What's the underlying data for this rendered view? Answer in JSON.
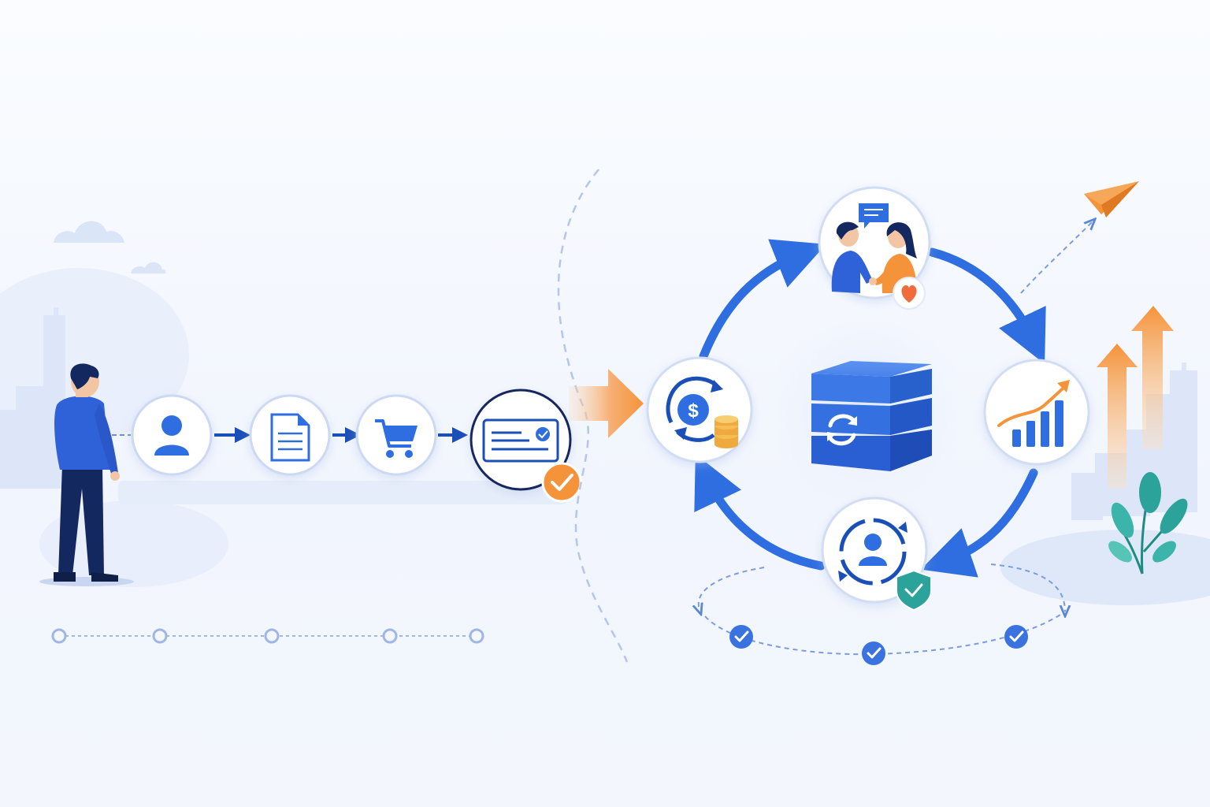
{
  "theme": {
    "background": "#f4f7fd",
    "primary_blue": "#2f6ee0",
    "dark_blue": "#1b3a8f",
    "navy": "#13285e",
    "accent_orange": "#f5933a",
    "teal": "#2ba39a",
    "light_blue": "#dbe6fa"
  },
  "illustration": {
    "person": {
      "icon": "person-standing"
    },
    "funnel_steps": [
      {
        "id": "user",
        "icon": "user-icon"
      },
      {
        "id": "document",
        "icon": "document-icon"
      },
      {
        "id": "cart",
        "icon": "shopping-cart-icon"
      },
      {
        "id": "card",
        "icon": "credit-card-icon",
        "badge": "check-icon",
        "badge_color": "#f5933a"
      }
    ],
    "timeline_dots": 5,
    "big_arrow": {
      "icon": "arrow-right-icon",
      "color": "#f5933a"
    },
    "cycle": {
      "center": {
        "icon": "database-sync-icon",
        "color": "#2f6ee0"
      },
      "nodes": [
        {
          "id": "relationship",
          "icon": "handshake-people-icon",
          "badge": "heart-icon",
          "extra": "chat-bubble-icon"
        },
        {
          "id": "growth",
          "icon": "growth-chart-icon"
        },
        {
          "id": "retention",
          "icon": "user-refresh-icon",
          "badge": "shield-check-icon"
        },
        {
          "id": "revenue",
          "icon": "dollar-refresh-icon",
          "extra": "coins-icon"
        }
      ],
      "arrow_color": "#2f6ee0"
    },
    "bottom_checks": 3,
    "decor": {
      "paper_plane": {
        "icon": "paper-plane-icon",
        "color": "#f5933a"
      },
      "up_arrows": {
        "icon": "up-arrows-icon",
        "color": "#f5a25a"
      },
      "plant": {
        "icon": "plant-icon",
        "color": "#2ba39a"
      },
      "clouds": {
        "icon": "cloud-icon"
      },
      "city": {
        "icon": "city-skyline-icon"
      }
    }
  }
}
